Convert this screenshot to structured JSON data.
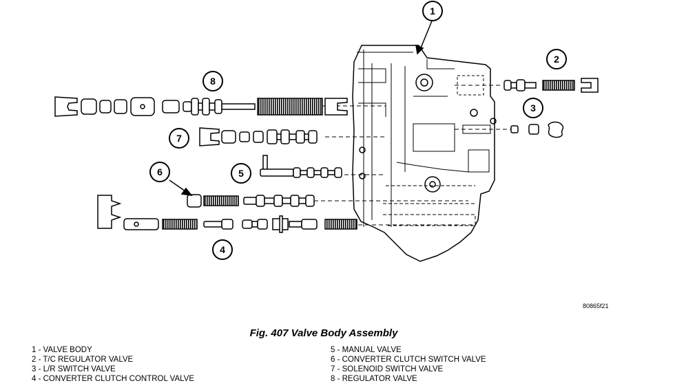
{
  "figure": {
    "code": "80865f21",
    "caption": "Fig. 407 Valve Body Assembly"
  },
  "callouts": [
    "1",
    "2",
    "3",
    "4",
    "5",
    "6",
    "7",
    "8"
  ],
  "legend": {
    "left": [
      "1 - VALVE BODY",
      "2 - T/C REGULATOR VALVE",
      "3 - L/R SWITCH VALVE",
      "4 - CONVERTER CLUTCH CONTROL VALVE"
    ],
    "right": [
      "5 - MANUAL VALVE",
      "6 - CONVERTER CLUTCH SWITCH VALVE",
      "7 - SOLENOID SWITCH VALVE",
      "8 - REGULATOR VALVE"
    ]
  }
}
